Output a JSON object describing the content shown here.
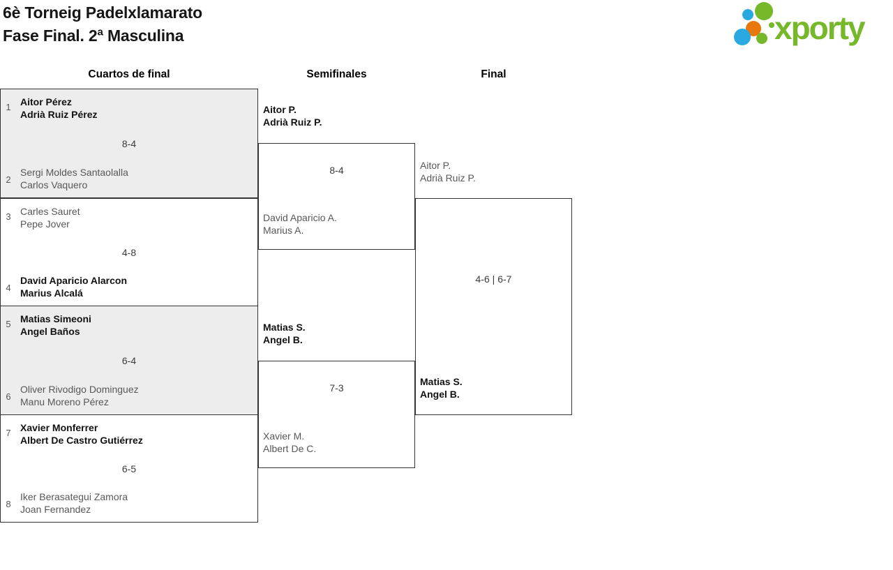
{
  "header": {
    "title_line1": "6è Torneig Padelxlamarato",
    "title_line2": "Fase Final. 2ª Masculina",
    "logo": {
      "text": "xporty",
      "colors": {
        "green": "#76b82a",
        "blue": "#29a9e0",
        "orange": "#e8780e"
      }
    }
  },
  "rounds": {
    "quarterfinals": "Cuartos de final",
    "semifinals": "Semifinales",
    "final": "Final"
  },
  "bracket": {
    "quarterfinals": [
      {
        "seed_top": "1",
        "team_top_line1": "Aitor Pérez",
        "team_top_line2": "Adrià Ruiz Pérez",
        "team_top_winner": true,
        "score": "8-4",
        "seed_bottom": "2",
        "team_bottom_line1": "Sergi Moldes Santaolalla",
        "team_bottom_line2": "Carlos Vaquero",
        "team_bottom_winner": false
      },
      {
        "seed_top": "3",
        "team_top_line1": "Carles Sauret",
        "team_top_line2": "Pepe Jover",
        "team_top_winner": false,
        "score": "4-8",
        "seed_bottom": "4",
        "team_bottom_line1": "David Aparicio Alarcon",
        "team_bottom_line2": "Marius Alcalá",
        "team_bottom_winner": true
      },
      {
        "seed_top": "5",
        "team_top_line1": "Matias Simeoni",
        "team_top_line2": "Angel Baños",
        "team_top_winner": true,
        "score": "6-4",
        "seed_bottom": "6",
        "team_bottom_line1": "Oliver Rivodigo Dominguez",
        "team_bottom_line2": "Manu Moreno Pérez",
        "team_bottom_winner": false
      },
      {
        "seed_top": "7",
        "team_top_line1": "Xavier Monferrer",
        "team_top_line2": "Albert De Castro Gutiérrez",
        "team_top_winner": true,
        "score": "6-5",
        "seed_bottom": "8",
        "team_bottom_line1": "Iker Berasategui Zamora",
        "team_bottom_line2": "Joan Fernandez",
        "team_bottom_winner": false
      }
    ],
    "semifinals": [
      {
        "team_top_line1": "Aitor P.",
        "team_top_line2": "Adrià Ruiz P.",
        "team_top_winner": true,
        "score": "8-4",
        "team_bottom_line1": "David Aparicio A.",
        "team_bottom_line2": "Marius A.",
        "team_bottom_winner": false
      },
      {
        "team_top_line1": "Matias S.",
        "team_top_line2": "Angel B.",
        "team_top_winner": true,
        "score": "7-3",
        "team_bottom_line1": "Xavier M.",
        "team_bottom_line2": "Albert De C.",
        "team_bottom_winner": false
      }
    ],
    "final": {
      "team_top_line1": "Aitor P.",
      "team_top_line2": "Adrià Ruiz P.",
      "team_top_winner": false,
      "score": "4-6 | 6-7",
      "team_bottom_line1": "Matias S.",
      "team_bottom_line2": "Angel B.",
      "team_bottom_winner": true
    }
  }
}
